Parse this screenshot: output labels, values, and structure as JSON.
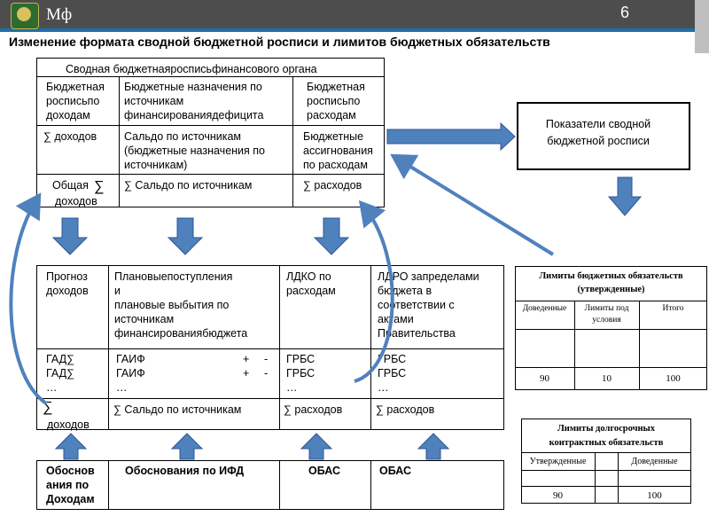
{
  "header": {
    "brand": "Мф",
    "slide_number": "6"
  },
  "title": "Изменение формата сводной бюджетной росписи и лимитов бюджетных обязательств",
  "top_block": {
    "header": "Сводная бюджетнаяросписьфинансового органа",
    "col1_top": "Бюджетная\nросписьпо\nдоходам",
    "col2_top": "Бюджетные назначения по\nисточникам\nфинансированиядефицита",
    "col3_top": "Бюджетная\nросписьпо\nрасходам",
    "col1_mid": "∑ доходов",
    "col2_mid": "Сальдо по источникам\n(бюджетные назначения по\nисточникам)",
    "col3_mid": "Бюджетные\nассигнования\nпо расходам",
    "col1_bot_a": "Общая",
    "col1_bot_sum": "∑",
    "col1_bot_b": "доходов",
    "col2_bot": "∑ Сальдо по источникам",
    "col3_bot": "∑  расходов"
  },
  "indicators_box": {
    "text": "Показатели сводной\nбюджетной росписи"
  },
  "middle_block": {
    "c1_top": "Прогноз\nдоходов",
    "c2_top": "Плановыепоступления\nи\nплановые выбытия по\nисточникам\nфинансированиябюджета",
    "c3_top": "ЛДКО по\nрасходам",
    "c4_top": "ЛДРО запределами\nбюджета в\nсоответствии с\nактами\nПравительства",
    "c1_mid": "ГАД∑\nГАД∑\n…",
    "c2_mid": "ГАИФ\nГАИФ\n…",
    "c2_plus": "+\n+",
    "c2_minus": "-\n-",
    "c3_mid": "ГРБС\nГРБС\n…",
    "c4_mid": "ГРБС\nГРБС\n…",
    "c1_bot_sum": "∑",
    "c1_bot": "доходов",
    "c2_bot": "∑ Сальдо по источникам",
    "c3_bot": "∑ расходов",
    "c4_bot": "∑ расходов"
  },
  "bottom_block": {
    "c1": "Обоснов\nания по\nДоходам",
    "c2": "Обоснования по ИФД",
    "c3": "ОБАС",
    "c4": "ОБАС"
  },
  "limits_table": {
    "title": "Лимиты бюджетных обязательств\n(утвержденные)",
    "headers": [
      "Доведенные",
      "Лимиты под\nусловия",
      "Итого"
    ],
    "values": [
      "90",
      "10",
      "100"
    ]
  },
  "long_term_table": {
    "title": "Лимиты долгосрочных\nконтрактных обязательств",
    "headers": [
      "Утвержденные",
      "Доведенные"
    ],
    "values": [
      "90",
      "100"
    ]
  },
  "colors": {
    "arrow_fill": "#4f81bd",
    "arrow_stroke": "#2f5597",
    "topbar": "#4d4d4d",
    "accent_line": "#1f6fa6"
  }
}
